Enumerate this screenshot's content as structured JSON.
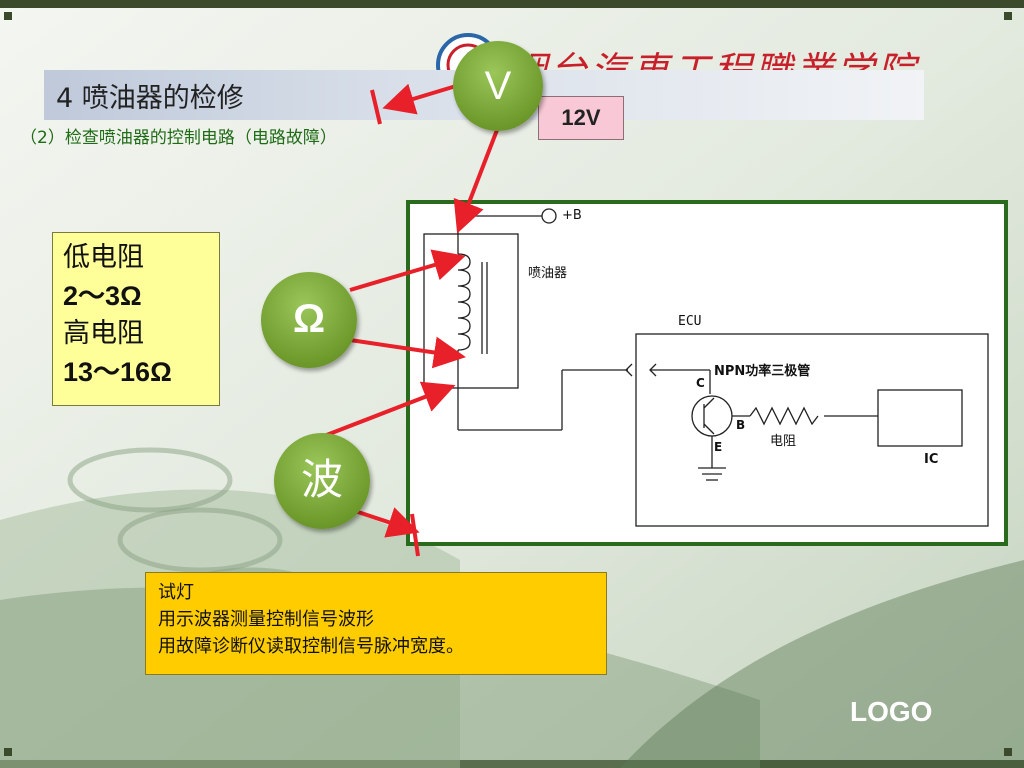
{
  "header": {
    "school_name": "烟台汽車工程職業学院",
    "title": "4 喷油器的检修",
    "subtitle": "（2）检查喷油器的控制电路（电路故障）"
  },
  "badges": {
    "voltmeter": "V",
    "ohmmeter": "Ω",
    "wave": "波",
    "voltage_label": "12V"
  },
  "resistance": {
    "low_label": "低电阻",
    "low_value": "2～3Ω",
    "high_label": "高电阻",
    "high_value": "13～16Ω"
  },
  "diagram": {
    "plus_b": "+B",
    "injector": "喷油器",
    "ecu": "ECU",
    "transistor": "NPN功率三极管",
    "pin_c": "C",
    "pin_b": "B",
    "pin_e": "E",
    "resistor": "电阻",
    "ic": "IC"
  },
  "methods": {
    "line1": "试灯",
    "line2": "用示波器测量控制信号波形",
    "line3": "用故障诊断仪读取控制信号脉冲宽度。"
  },
  "footer": {
    "logo": "LOGO"
  },
  "colors": {
    "accent_green": "#2a6a1c",
    "arrow_red": "#e8202a",
    "badge_green": "#7aa83a"
  }
}
